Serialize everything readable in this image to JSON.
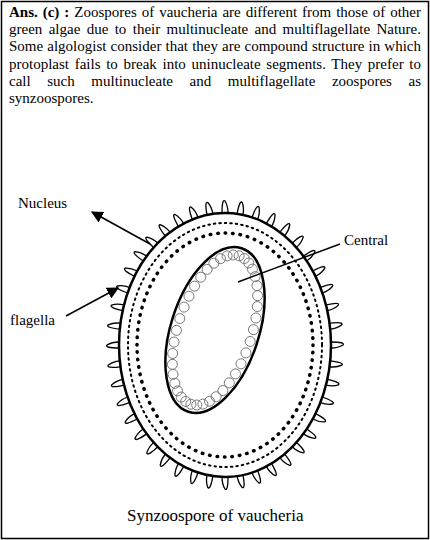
{
  "diagram": {
    "caption": "Synzoospore of vaucheria",
    "labels": [
      "Ans. (c) :",
      "Zoospores of vaucheria are different from those of other green algae due to their multinucleate and multiflagellate Nature. Some algologist consider that they are compound structure in which protoplast fails to break into uninucleate segments. They prefer to call such multinucleate and multiflagellate zoospores as synzoospores.",
      "Nucleus",
      "Central",
      "flagella"
    ]
  }
}
